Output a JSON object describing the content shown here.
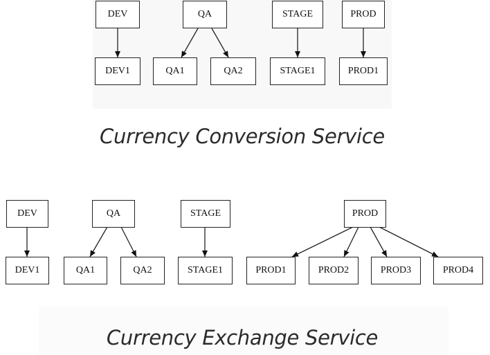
{
  "diagrams": [
    {
      "caption": "Currency Conversion Service",
      "nodes": {
        "dev": "DEV",
        "dev1": "DEV1",
        "qa": "QA",
        "qa1": "QA1",
        "qa2": "QA2",
        "stage": "STAGE",
        "stage1": "STAGE1",
        "prod": "PROD",
        "prod1": "PROD1"
      },
      "edges": [
        [
          "DEV",
          "DEV1"
        ],
        [
          "QA",
          "QA1"
        ],
        [
          "QA",
          "QA2"
        ],
        [
          "STAGE",
          "STAGE1"
        ],
        [
          "PROD",
          "PROD1"
        ]
      ]
    },
    {
      "caption": "Currency Exchange Service",
      "nodes": {
        "dev": "DEV",
        "dev1": "DEV1",
        "qa": "QA",
        "qa1": "QA1",
        "qa2": "QA2",
        "stage": "STAGE",
        "stage1": "STAGE1",
        "prod": "PROD",
        "prod1": "PROD1",
        "prod2": "PROD2",
        "prod3": "PROD3",
        "prod4": "PROD4"
      },
      "edges": [
        [
          "DEV",
          "DEV1"
        ],
        [
          "QA",
          "QA1"
        ],
        [
          "QA",
          "QA2"
        ],
        [
          "STAGE",
          "STAGE1"
        ],
        [
          "PROD",
          "PROD1"
        ],
        [
          "PROD",
          "PROD2"
        ],
        [
          "PROD",
          "PROD3"
        ],
        [
          "PROD",
          "PROD4"
        ]
      ]
    }
  ],
  "colors": {
    "border": "#222222",
    "text": "#111111",
    "caption": "#2b2b2b",
    "panel": "#f8f8f8"
  }
}
